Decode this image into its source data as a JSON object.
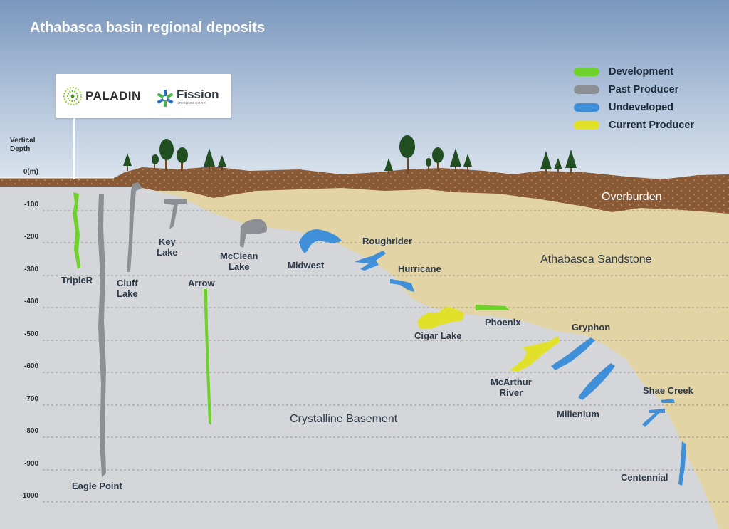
{
  "title": "Athabasca basin regional deposits",
  "colors": {
    "development": "#6fd22a",
    "past_producer": "#8c8f94",
    "undeveloped": "#3f8fd9",
    "current_producer": "#e2e12a",
    "overburden": "#8a5a36",
    "sandstone": "#e3d4a6",
    "basement": "#d4d6da"
  },
  "axis": {
    "title": "Vertical Depth",
    "labels": [
      "0(m)",
      "-100",
      "-200",
      "-300",
      "-400",
      "-500",
      "-600",
      "-700",
      "-800",
      "-900",
      "-1000"
    ]
  },
  "legend": [
    {
      "label": "Development",
      "color": "#6fd22a"
    },
    {
      "label": "Past Producer",
      "color": "#8c8f94"
    },
    {
      "label": "Undeveloped",
      "color": "#3f8fd9"
    },
    {
      "label": "Current Producer",
      "color": "#e2e12a"
    }
  ],
  "logos": {
    "paladin": "PALADIN",
    "fission": "Fission",
    "fission_sub": "URANIUM CORP."
  },
  "regions": {
    "overburden": "Overburden",
    "sandstone": "Athabasca Sandstone",
    "basement": "Crystalline Basement"
  },
  "deposits": {
    "tripler": {
      "name": "TripleR",
      "status": "Development"
    },
    "eagle_point": {
      "name": "Eagle Point",
      "status": "Past Producer"
    },
    "cluff_lake": {
      "name_line1": "Cluff",
      "name_line2": "Lake",
      "status": "Past Producer"
    },
    "key_lake": {
      "name_line1": "Key",
      "name_line2": "Lake",
      "status": "Past Producer"
    },
    "arrow": {
      "name": "Arrow",
      "status": "Development"
    },
    "mcclean_lake": {
      "name_line1": "McClean",
      "name_line2": "Lake",
      "status": "Past Producer"
    },
    "midwest": {
      "name": "Midwest",
      "status": "Undeveloped"
    },
    "roughrider": {
      "name": "Roughrider",
      "status": "Undeveloped"
    },
    "hurricane": {
      "name": "Hurricane",
      "status": "Undeveloped"
    },
    "cigar_lake": {
      "name": "Cigar Lake",
      "status": "Current Producer"
    },
    "phoenix": {
      "name": "Phoenix",
      "status": "Development"
    },
    "gryphon": {
      "name": "Gryphon",
      "status": "Undeveloped"
    },
    "mcarthur_river": {
      "name_line1": "McArthur",
      "name_line2": "River",
      "status": "Current Producer"
    },
    "millenium": {
      "name": "Millenium",
      "status": "Undeveloped"
    },
    "shae_creek": {
      "name": "Shae Creek",
      "status": "Undeveloped"
    },
    "centennial": {
      "name": "Centennial",
      "status": "Undeveloped"
    }
  }
}
